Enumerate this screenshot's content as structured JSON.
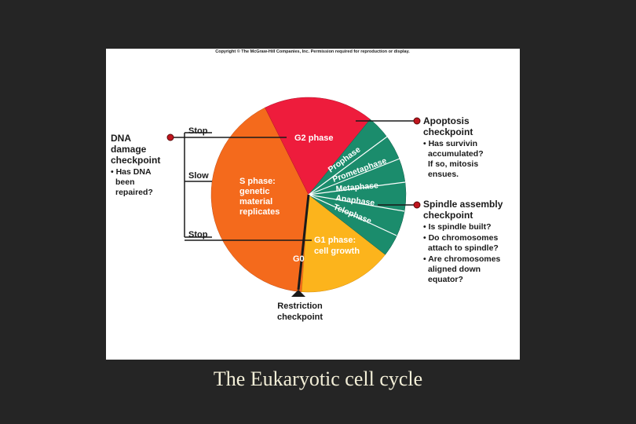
{
  "copyright": "Copyright © The McGraw-Hill Companies, Inc. Permission required for reproduction or display.",
  "caption": "The Eukaryotic cell cycle",
  "colors": {
    "s_phase": "#f46a1c",
    "g2_phase": "#ee1c3c",
    "g1_phase": "#fcb41c",
    "m_phases": "#1b8c6c",
    "background": "#252525",
    "caption": "#f3efd8"
  },
  "phases": {
    "g2": "G2 phase",
    "s": [
      "S phase:",
      "genetic",
      "material",
      "replicates"
    ],
    "g1": [
      "G1 phase:",
      "cell growth"
    ],
    "g0": "G0",
    "mitosis": [
      "Prophase",
      "Prometaphase",
      "Metaphase",
      "Anaphase",
      "Telophase"
    ]
  },
  "checkpoints": {
    "dna_damage": {
      "title": [
        "DNA",
        "damage",
        "checkpoint"
      ],
      "bullets": [
        "• Has DNA",
        "been",
        "repaired?"
      ]
    },
    "control_labels": [
      "Stop",
      "Slow",
      "Stop"
    ],
    "apoptosis": {
      "title": [
        "Apoptosis",
        "checkpoint"
      ],
      "bullets": [
        "• Has survivin",
        "accumulated?",
        "If so, mitosis",
        "ensues."
      ]
    },
    "spindle": {
      "title": [
        "Spindle assembly",
        "checkpoint"
      ],
      "bullets": [
        "• Is spindle built?",
        "• Do chromosomes",
        "attach to spindle?",
        "• Are chromosomes",
        "aligned down",
        "equator?"
      ]
    },
    "restriction": {
      "title": [
        "Restriction",
        "checkpoint"
      ]
    }
  }
}
